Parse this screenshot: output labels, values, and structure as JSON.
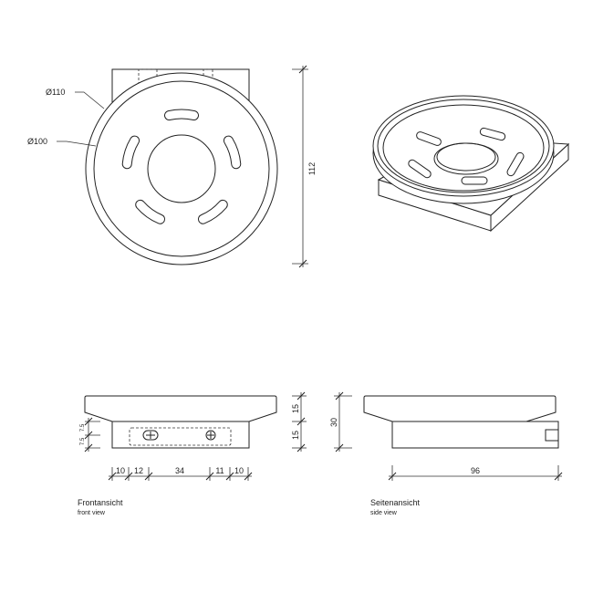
{
  "top_view": {
    "outer_diameter_label": "Ø110",
    "inner_diameter_label": "Ø100",
    "height_label": "112"
  },
  "front_view": {
    "title": "Frontansicht",
    "subtitle": "front view",
    "right_dims": [
      "15",
      "15"
    ],
    "left_dims": [
      "7.5",
      "7.5"
    ],
    "bottom_dims": [
      "10",
      "12",
      "34",
      "11",
      "10"
    ]
  },
  "side_view": {
    "title": "Seitenansicht",
    "subtitle": "side view",
    "height_label": "30",
    "width_label": "96"
  }
}
